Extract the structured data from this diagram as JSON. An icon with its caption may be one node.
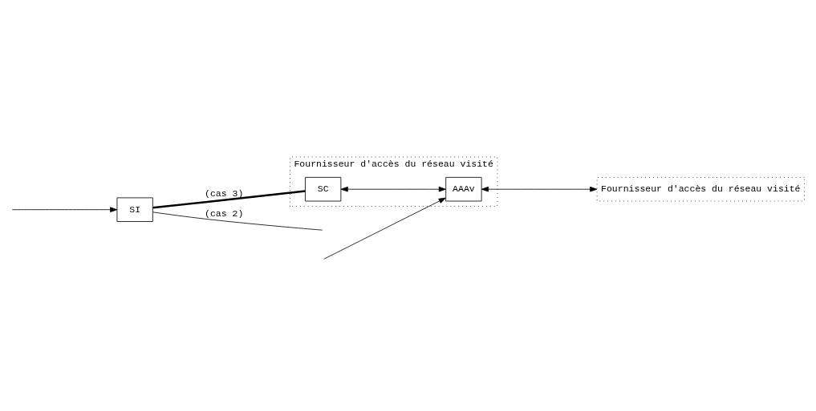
{
  "diagram": {
    "nodes": [
      {
        "text": [
          "Fournisseur d'accès du réseau visité"
        ]
      },
      {
        "text": [
          "Fournisseur d'accès du réseau visité"
        ]
      },
      {
        "text": [
          "SI"
        ]
      },
      {
        "text": [
          "SC"
        ],
        "in": 1
      },
      {
        "text": [
          "AAAv"
        ],
        "in": 1
      }
    ],
    "edges": [
      {
        "from": 0,
        "to": 4,
        "arrow": "both"
      },
      {
        "from": 3,
        "to": 4,
        "arrow": "both"
      },
      {
        "from": 2,
        "to": 3,
        "arrow": "none",
        "label": "(cas 3)",
        "style": "thick"
      },
      {
        "from": 2,
        "to": null,
        "arrow": "none",
        "label": "(cas 2)"
      },
      {
        "from": null,
        "to": 2,
        "arrow": "to"
      },
      {
        "from": null,
        "to": 4,
        "arrow": "to"
      }
    ]
  }
}
